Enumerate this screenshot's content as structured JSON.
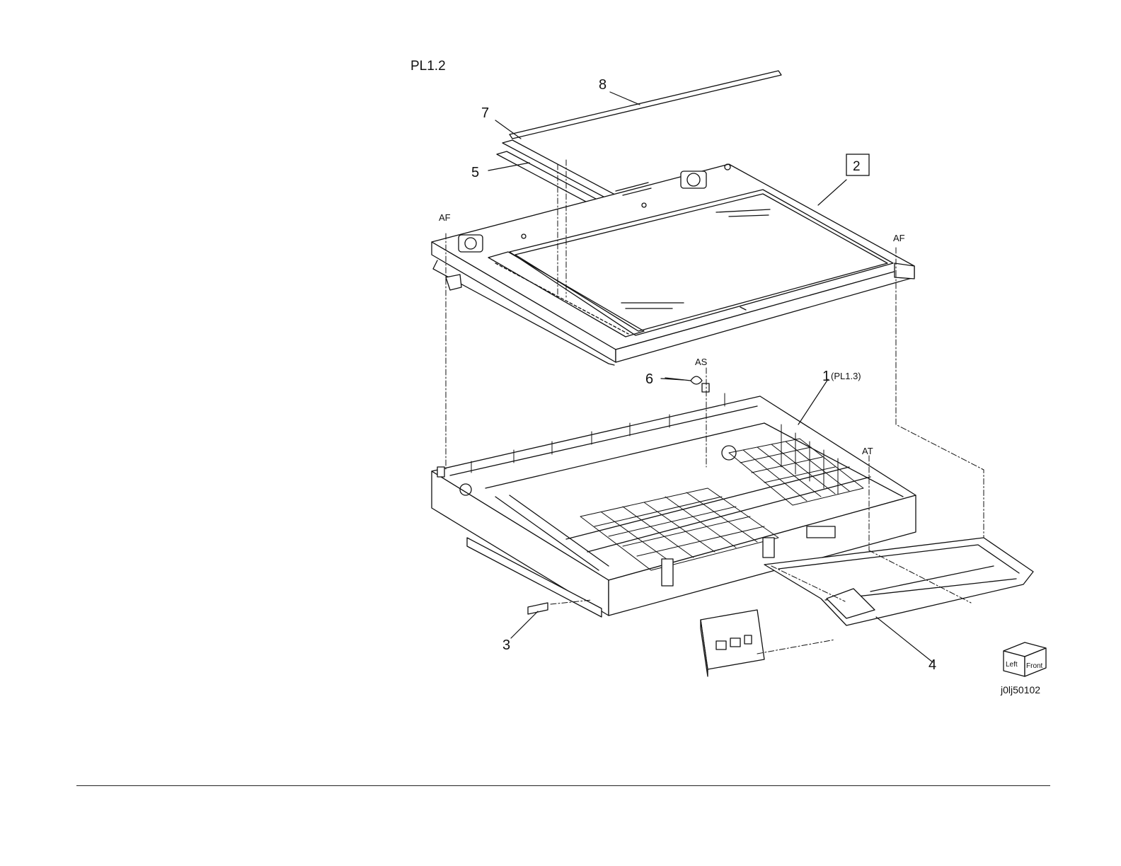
{
  "title": "PL1.2",
  "figure_id": "j0lj50102",
  "callouts": {
    "c1": "1",
    "c1_ref": "(PL1.3)",
    "c2": "2",
    "c3": "3",
    "c4": "4",
    "c5": "5",
    "c6": "6",
    "c7": "7",
    "c8": "8"
  },
  "alignment_marks": {
    "af_left": "AF",
    "af_right": "AF",
    "as": "AS",
    "at": "AT"
  },
  "orientation_cube": {
    "left": "Left",
    "front": "Front"
  }
}
